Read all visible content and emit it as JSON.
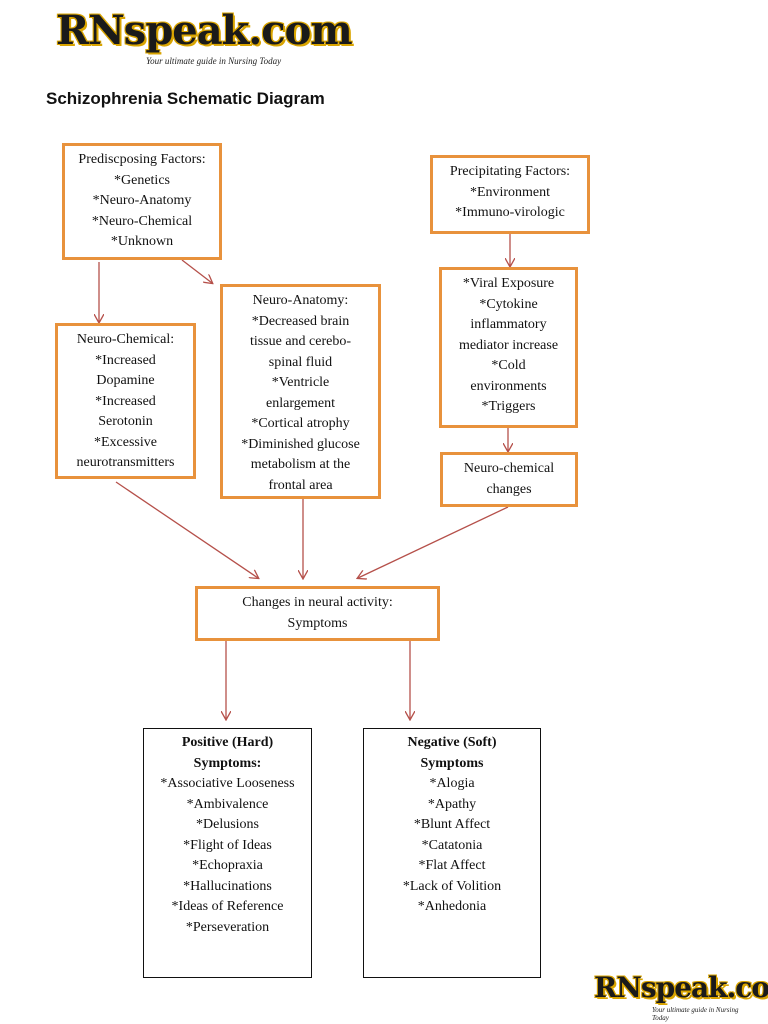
{
  "logo": {
    "text": "RNspeak.com",
    "tagline": "Your ultimate guide in Nursing Today"
  },
  "title": "Schizophrenia Schematic Diagram",
  "boxes": {
    "predisposing": {
      "lines": [
        "Prediscposing Factors:",
        "*Genetics",
        "*Neuro-Anatomy",
        "*Neuro-Chemical",
        "*Unknown"
      ]
    },
    "precipitating": {
      "lines": [
        "Precipitating Factors:",
        "*Environment",
        "*Immuno-virologic"
      ]
    },
    "neuro_chemical": {
      "lines": [
        "Neuro-Chemical:",
        "*Increased",
        "Dopamine",
        "*Increased",
        "Serotonin",
        "*Excessive",
        "neurotransmitters"
      ]
    },
    "neuro_anatomy": {
      "lines": [
        "Neuro-Anatomy:",
        "*Decreased brain",
        "tissue and cerebo-",
        "spinal fluid",
        "*Ventricle",
        "enlargement",
        "*Cortical atrophy",
        "*Diminished glucose",
        "metabolism at the",
        "frontal area"
      ]
    },
    "viral": {
      "lines": [
        "*Viral Exposure",
        "*Cytokine",
        "inflammatory",
        "mediator increase",
        "*Cold",
        "environments",
        "*Triggers"
      ]
    },
    "neuro_chem_changes": {
      "lines": [
        "Neuro-chemical",
        "changes"
      ]
    },
    "neural_activity": {
      "lines": [
        "Changes in neural activity:",
        "Symptoms"
      ]
    },
    "positive": {
      "heading": [
        "Positive (Hard)",
        "Symptoms:"
      ],
      "lines": [
        "*Associative Looseness",
        "*Ambivalence",
        "*Delusions",
        "*Flight of Ideas",
        "*Echopraxia",
        "*Hallucinations",
        "*Ideas of Reference",
        "*Perseveration"
      ]
    },
    "negative": {
      "heading": [
        "Negative (Soft)",
        "Symptoms"
      ],
      "lines": [
        "*Alogia",
        "*Apathy",
        "*Blunt Affect",
        "*Catatonia",
        "*Flat Affect",
        "*Lack of Volition",
        "*Anhedonia"
      ]
    }
  },
  "colors": {
    "box_border": "#e8923c",
    "arrow": "#b5504a"
  }
}
